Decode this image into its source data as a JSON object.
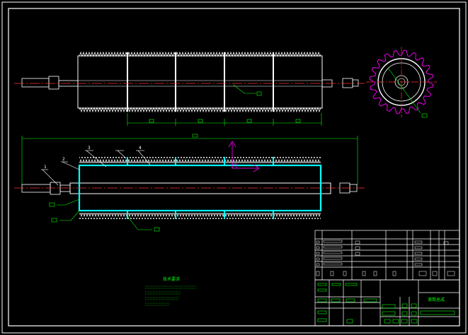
{
  "drawing": {
    "description": "CAD assembly drawing of a toothed roller (shaft with spiral/serrated sleeve) shown in elevation and section, with end-view sprocket and title block",
    "colors": {
      "background": "#000000",
      "outline": "#ffffff",
      "centerline": "#ff3030",
      "dimension": "#00ff00",
      "section_wall": "#00ffff",
      "ucs_axis": "#ff00ff",
      "sprocket_teeth": "#ff00ff"
    },
    "part_balloons": [
      "1",
      "2",
      "3",
      "4"
    ],
    "notes_title": "技术要求"
  },
  "title_block": {
    "drawing_name": "滚筒总成"
  }
}
